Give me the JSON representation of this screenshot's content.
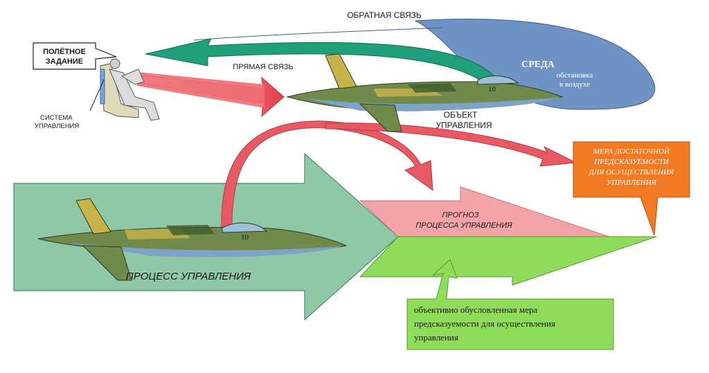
{
  "labels": {
    "feedback": "ОБРАТНАЯ СВЯЗЬ",
    "flight_task_1": "ПОЛЁТНОЕ",
    "flight_task_2": "ЗАДАНИЕ",
    "control_system_1": "СИСТЕМА",
    "control_system_2": "УПРАВЛЕНИЯ",
    "direct_link": "ПРЯМАЯ СВЯЗЬ",
    "environment_title": "СРЕДА",
    "environment_sub_1": "обстановка",
    "environment_sub_2": "в воздухе",
    "object_1": "ОБЪЕКТ",
    "object_2": "УПРАВЛЕНИЯ",
    "measure_1": "МЕРА ДОСТАТОЧНОЙ",
    "measure_2": "ПРЕДСКАЗУЕМОСТИ",
    "measure_3": "ДЛЯ ОСУЩЕСТВЛЕНИЯ",
    "measure_4": "УПРАВЛЕНИЯ",
    "forecast_1": "ПРОГНОЗ",
    "forecast_2": "ПРОЦЕССА УПРАВЛЕНИЯ",
    "process": "ПРОЦЕСС УПРАВЛЕНИЯ",
    "objective_1": "объективно обусловленная мера",
    "objective_2": "предсказуемости для осуществления",
    "objective_3": "управления",
    "aircraft_number": "10"
  },
  "colors": {
    "environment": "#6f93c4",
    "feedback_arrow": "#1fa07a",
    "red_arrow": "#e85a63",
    "process_arrow": "#8fc8a6",
    "forecast_arrow": "#f3a4a8",
    "green_arrow": "#8fdc5a",
    "measure_box": "#f27a22",
    "objective_box": "#8fdc5a"
  }
}
